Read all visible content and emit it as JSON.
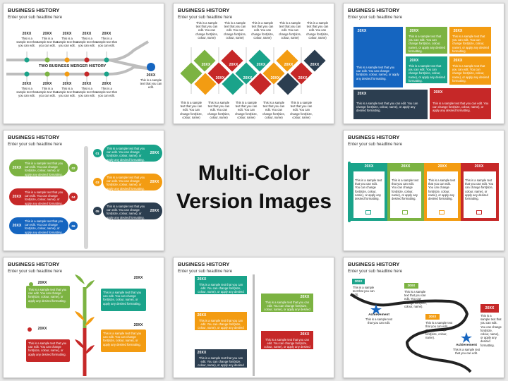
{
  "center": {
    "line1": "Multi-Color",
    "line2": "Version Images"
  },
  "colors": {
    "green": "#7cb342",
    "red": "#c62828",
    "orange": "#f39c12",
    "teal": "#1aa38a",
    "blue": "#1565c0",
    "navy": "#2c3e50",
    "gray": "#9e9e9e"
  },
  "s1": {
    "title": "BUSINESS HISTORY",
    "subtitle": "Enter your sub headline here",
    "year": "20XX",
    "top_text": "This is a sample text that you can edit.",
    "bottom_text": "This is a sample text that you can edit.",
    "merger": "TWO BUSINESS MERGER HISTORY",
    "end_year": "20XX",
    "end_text": "This is a sample text that you can edit."
  },
  "s2": {
    "title": "BUSINESS HISTORY",
    "subtitle": "Enter your sub headline here",
    "year": "20XX",
    "text": "This is a sample text that you can edit. You can change font(size, colour, name)"
  },
  "s3": {
    "title": "BUSINESS HISTORY",
    "subtitle": "Enter your sub headline here",
    "year": "20XX",
    "text": "This is a sample text that you can edit. You can change font(size, colour, name), or apply any desired formatting."
  },
  "s4": {
    "title": "BUSINESS HISTORY",
    "subtitle": "Enter your sub headline here",
    "year": "20XX",
    "nums": [
      "01",
      "02",
      "03",
      "04",
      "05",
      "06"
    ],
    "text": "This is a sample text that you can edit. You can change font(size, colour, name), or apply any desired formatting."
  },
  "s5": {
    "title": "BUSINESS HISTORY",
    "subtitle": "Enter your sub headline here",
    "year": "20XX",
    "text": "This is a sample text that you can edit. You can change font(size, colour, name), or apply any desired formatting."
  },
  "s6": {
    "title": "BUSINESS HISTORY",
    "subtitle": "Enter your sub headline here",
    "year": "20XX",
    "text": "This is a sample text that you can edit. You can change font(size, colour, name), or apply any desired formatting."
  },
  "s7": {
    "title": "BUSINESS HISTORY",
    "subtitle": "Enter your sub headline here",
    "year": "20XX",
    "text": "This is a sample text that you can edit. You can change font(size, colour, name), or apply any desired formatting."
  },
  "s8": {
    "title": "BUSINESS HISTORY",
    "subtitle": "Enter your sub headline here",
    "year": "20XX",
    "text": "This is a sample text that you can edit. You can change font(size, colour, name), or apply any desired formatting.",
    "achievement": "Achievement",
    "short_text": "This is a sample text that you can edit.",
    "long_text": "This is a sample text that you can edit. You can change font(size, colour, name)."
  }
}
